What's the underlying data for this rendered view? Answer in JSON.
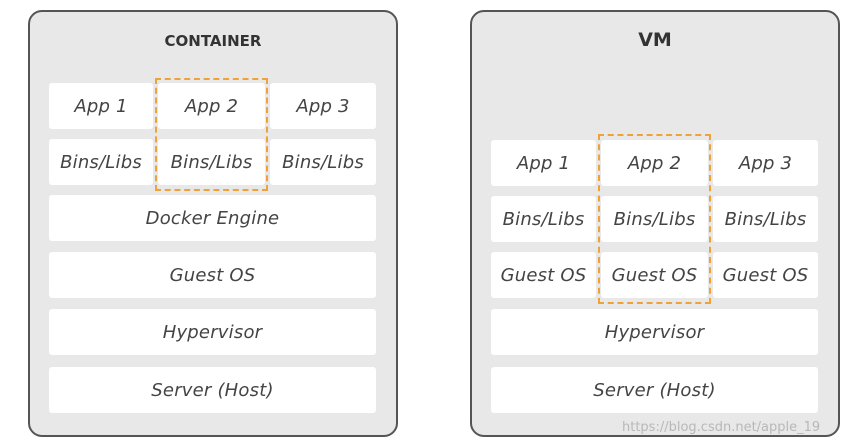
{
  "container": {
    "title": "CONTAINER",
    "apps": [
      "App 1",
      "App 2",
      "App 3"
    ],
    "bins": [
      "Bins/Libs",
      "Bins/Libs",
      "Bins/Libs"
    ],
    "engine": "Docker Engine",
    "guest_os": "Guest OS",
    "hypervisor": "Hypervisor",
    "server": "Server (Host)"
  },
  "vm": {
    "title": "VM",
    "apps": [
      "App 1",
      "App 2",
      "App 3"
    ],
    "bins": [
      "Bins/Libs",
      "Bins/Libs",
      "Bins/Libs"
    ],
    "guest_os": [
      "Guest OS",
      "Guest OS",
      "Guest OS"
    ],
    "hypervisor": "Hypervisor",
    "server": "Server (Host)"
  },
  "colors": {
    "panel_bg": "#e8e8e8",
    "panel_border": "#555555",
    "box_bg": "#ffffff",
    "highlight": "#f0a23a"
  },
  "watermark": "https://blog.csdn.net/apple_19"
}
